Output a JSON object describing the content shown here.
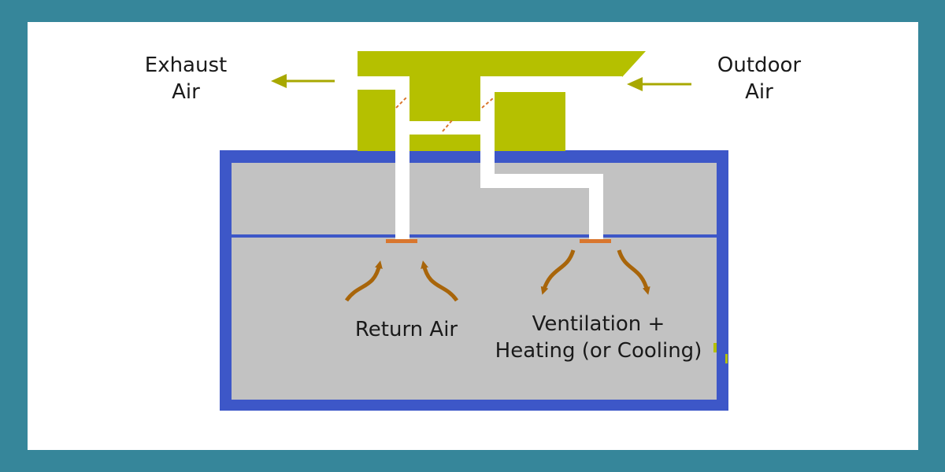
{
  "labels": {
    "exhaust_line1": "Exhaust",
    "exhaust_line2": "Air",
    "outdoor_line1": "Outdoor",
    "outdoor_line2": "Air",
    "return_air": "Return Air",
    "ventilation_line1": "Ventilation +",
    "ventilation_line2": "Heating (or Cooling)"
  },
  "colors": {
    "frame": "#36869a",
    "unit": "#b5c000",
    "building_border": "#3d57c8",
    "building_fill": "#c2c2c2",
    "arrow_brown": "#a8650a",
    "diffuser": "#d9762e",
    "air_arrow": "#a8a800"
  }
}
